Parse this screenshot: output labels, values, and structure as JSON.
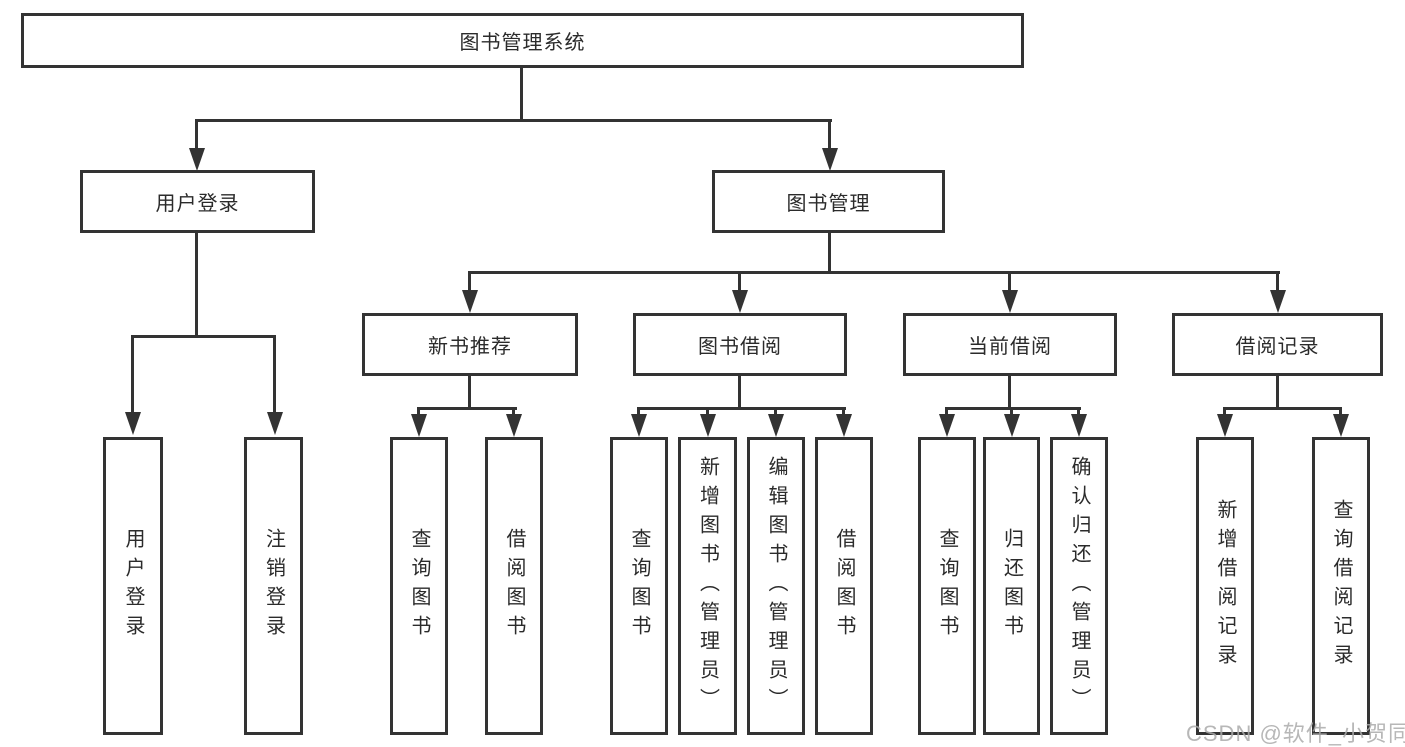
{
  "diagram": {
    "root": {
      "label": "图书管理系统"
    },
    "level2": [
      {
        "label": "用户登录"
      },
      {
        "label": "图书管理"
      }
    ],
    "level3": [
      {
        "label": "新书推荐"
      },
      {
        "label": "图书借阅"
      },
      {
        "label": "当前借阅"
      },
      {
        "label": "借阅记录"
      }
    ],
    "leaves": {
      "user_login": [
        "用户登录",
        "注销登录"
      ],
      "new_books": [
        "查询图书",
        "借阅图书"
      ],
      "book_borrow": [
        "查询图书",
        "新增图书（管理员）",
        "编辑图书（管理员）",
        "借阅图书"
      ],
      "current_borrow": [
        "查询图书",
        "归还图书",
        "确认归还（管理员）"
      ],
      "borrow_records": [
        "新增借阅记录",
        "查询借阅记录"
      ]
    },
    "colors": {
      "line": "#333333",
      "box_background": "#ffffff",
      "text": "#2b2b2b",
      "watermark": "#ababab"
    }
  },
  "watermark": {
    "text": "CSDN @软件_小贺同学"
  }
}
